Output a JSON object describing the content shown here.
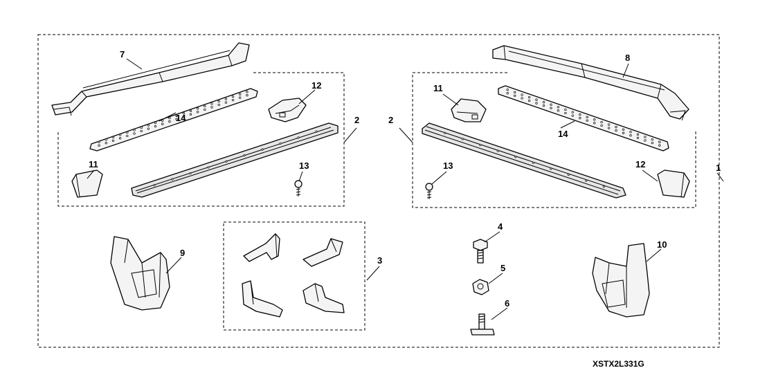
{
  "diagram": {
    "image_code": "XSTX2L331G",
    "callouts": {
      "c1": "1",
      "c2_left": "2",
      "c2_right": "2",
      "c3": "3",
      "c4": "4",
      "c5": "5",
      "c6": "6",
      "c7": "7",
      "c8": "8",
      "c9": "9",
      "c10": "10",
      "c11_left": "11",
      "c11_right": "11",
      "c12_left": "12",
      "c12_right": "12",
      "c13_left": "13",
      "c13_right": "13",
      "c14_left": "14",
      "c14_right": "14"
    }
  }
}
